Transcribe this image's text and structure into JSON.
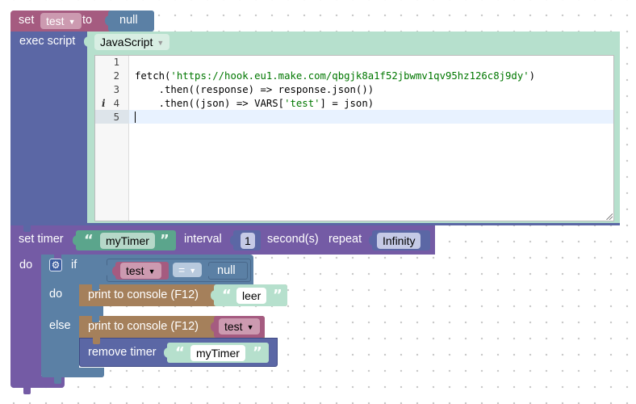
{
  "colors": {
    "var_block": "#a55b80",
    "var_field": "#cc9ab0",
    "logic_block": "#5b80a5",
    "text_block": "#5ba58c",
    "text_field": "#b6d8c9",
    "procedure_block": "#745ba5",
    "console_block": "#a5805b",
    "script_block": "#5b67a5",
    "script_frame": "#b6e0cd",
    "math_block": "#5b67a5",
    "code_string": "#007700",
    "code_keyword": "#770088"
  },
  "set_block": {
    "label_set": "set",
    "variable": "test",
    "label_to": "to",
    "value": "null"
  },
  "exec_block": {
    "label": "exec script",
    "language": "JavaScript",
    "lines": [
      {
        "num": "1",
        "text": ""
      },
      {
        "num": "2",
        "prefix": "fetch(",
        "string": "'https://hook.eu1.make.com/qbgjk8a1f52jbwmv1qv95hz126c8j9dy'",
        "suffix": ")"
      },
      {
        "num": "3",
        "text": "    .then((response) => response.json())"
      },
      {
        "num": "4",
        "marker": "i",
        "text_a": "    .then((json) => VARS[",
        "string": "'test'",
        "text_b": "] = json)"
      },
      {
        "num": "5",
        "text": ""
      }
    ]
  },
  "timer_block": {
    "label_set": "set timer",
    "name": "myTimer",
    "label_interval": "interval",
    "interval": "1",
    "label_seconds": "second(s)",
    "label_repeat": "repeat",
    "repeat": "Infinity",
    "label_do": "do"
  },
  "if_block": {
    "label_if": "if",
    "variable": "test",
    "operator": "=",
    "compare_value": "null",
    "label_do": "do",
    "label_else": "else"
  },
  "print_do": {
    "label": "print to console (F12)",
    "text": "leer"
  },
  "print_else": {
    "label": "print to console (F12)",
    "variable": "test"
  },
  "remove_timer": {
    "label": "remove timer",
    "name": "myTimer"
  },
  "quote_open": "“",
  "quote_close": "”"
}
